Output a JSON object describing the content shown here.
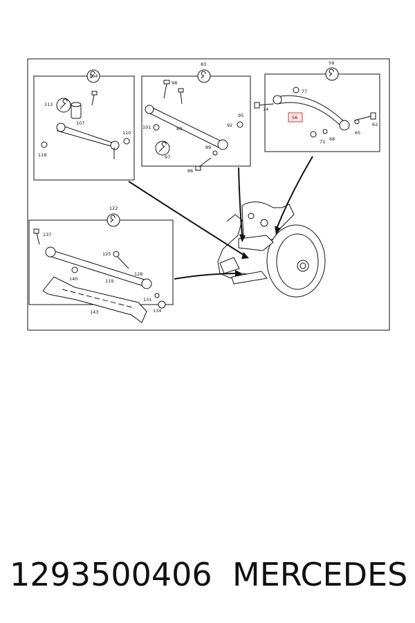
{
  "labels": {
    "l104": "104",
    "l113": "113",
    "l107": "107",
    "l110": "110",
    "l116": "116",
    "l83": "83",
    "l98": "98",
    "l101": "101",
    "l80": "80",
    "l95": "95",
    "l92": "92",
    "l89": "89",
    "l97": "97",
    "l86": "86",
    "l59": "59",
    "l77": "77",
    "l74": "74",
    "l56": "56",
    "l62": "62",
    "l65": "65",
    "l71": "71",
    "l68": "68",
    "l122": "122",
    "l137": "137",
    "l125": "125",
    "l128": "128",
    "l119": "119",
    "l140": "140",
    "l131": "131",
    "l134": "134",
    "l143": "143"
  },
  "caption": {
    "part_number": "1293500406",
    "make": "MERCEDES"
  },
  "colors": {
    "highlight": "#e0303a",
    "line": "#111111"
  }
}
